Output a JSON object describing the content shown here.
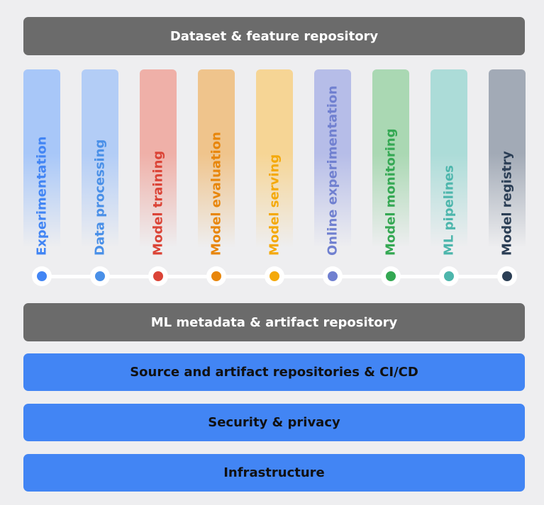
{
  "top_bar": {
    "label": "Dataset & feature repository"
  },
  "middle_bar": {
    "label": "ML metadata & artifact repository"
  },
  "bottom_bars": [
    {
      "label": "Source and artifact repositories & CI/CD"
    },
    {
      "label": "Security & privacy"
    },
    {
      "label": "Infrastructure"
    }
  ],
  "stages": [
    {
      "label": "Experimentation",
      "color": "#4285f4",
      "column_color": "#a8c7f8"
    },
    {
      "label": "Data processing",
      "color": "#4a90e8",
      "column_color": "#b3cdf6"
    },
    {
      "label": "Model training",
      "color": "#db4437",
      "column_color": "#efb0a8"
    },
    {
      "label": "Model evaluation",
      "color": "#e8860b",
      "column_color": "#efc48c"
    },
    {
      "label": "Model serving",
      "color": "#f4a90b",
      "column_color": "#f6d595"
    },
    {
      "label": "Online experimentation",
      "color": "#7080d0",
      "column_color": "#b6bde8"
    },
    {
      "label": "Model monitoring",
      "color": "#34a853",
      "column_color": "#aad8b3"
    },
    {
      "label": "ML pipelines",
      "color": "#4db6ac",
      "column_color": "#acdcd8"
    },
    {
      "label": "Model registry",
      "color": "#2b3e55",
      "column_color": "#a2aab6"
    }
  ]
}
